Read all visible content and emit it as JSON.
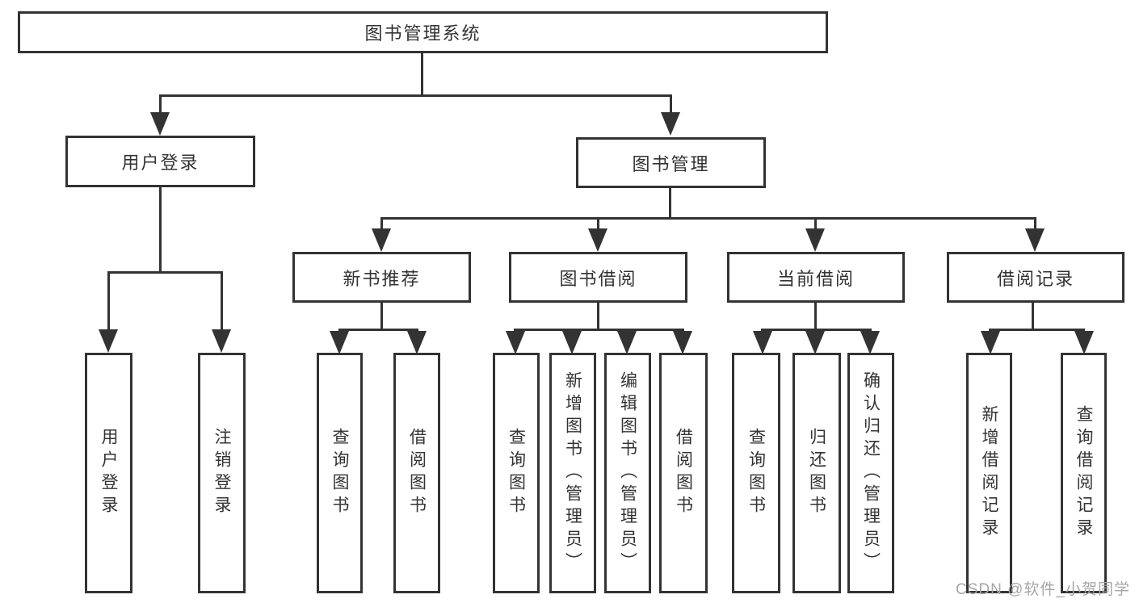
{
  "title": "图书管理系统",
  "watermark": "CSDN @软件_小贺同学",
  "level2": {
    "login": "用户登录",
    "management": "图书管理"
  },
  "login_children": [
    "用户登录",
    "注销登录"
  ],
  "groups": [
    {
      "label": "新书推荐",
      "children": [
        "查询图书",
        "借阅图书"
      ]
    },
    {
      "label": "图书借阅",
      "children": [
        "查询图书",
        "新增图书（管理员）",
        "编辑图书（管理员）",
        "借阅图书"
      ]
    },
    {
      "label": "当前借阅",
      "children": [
        "查询图书",
        "归还图书",
        "确认归还（管理员）"
      ]
    },
    {
      "label": "借阅记录",
      "children": [
        "新增借阅记录",
        "查询借阅记录"
      ]
    }
  ]
}
